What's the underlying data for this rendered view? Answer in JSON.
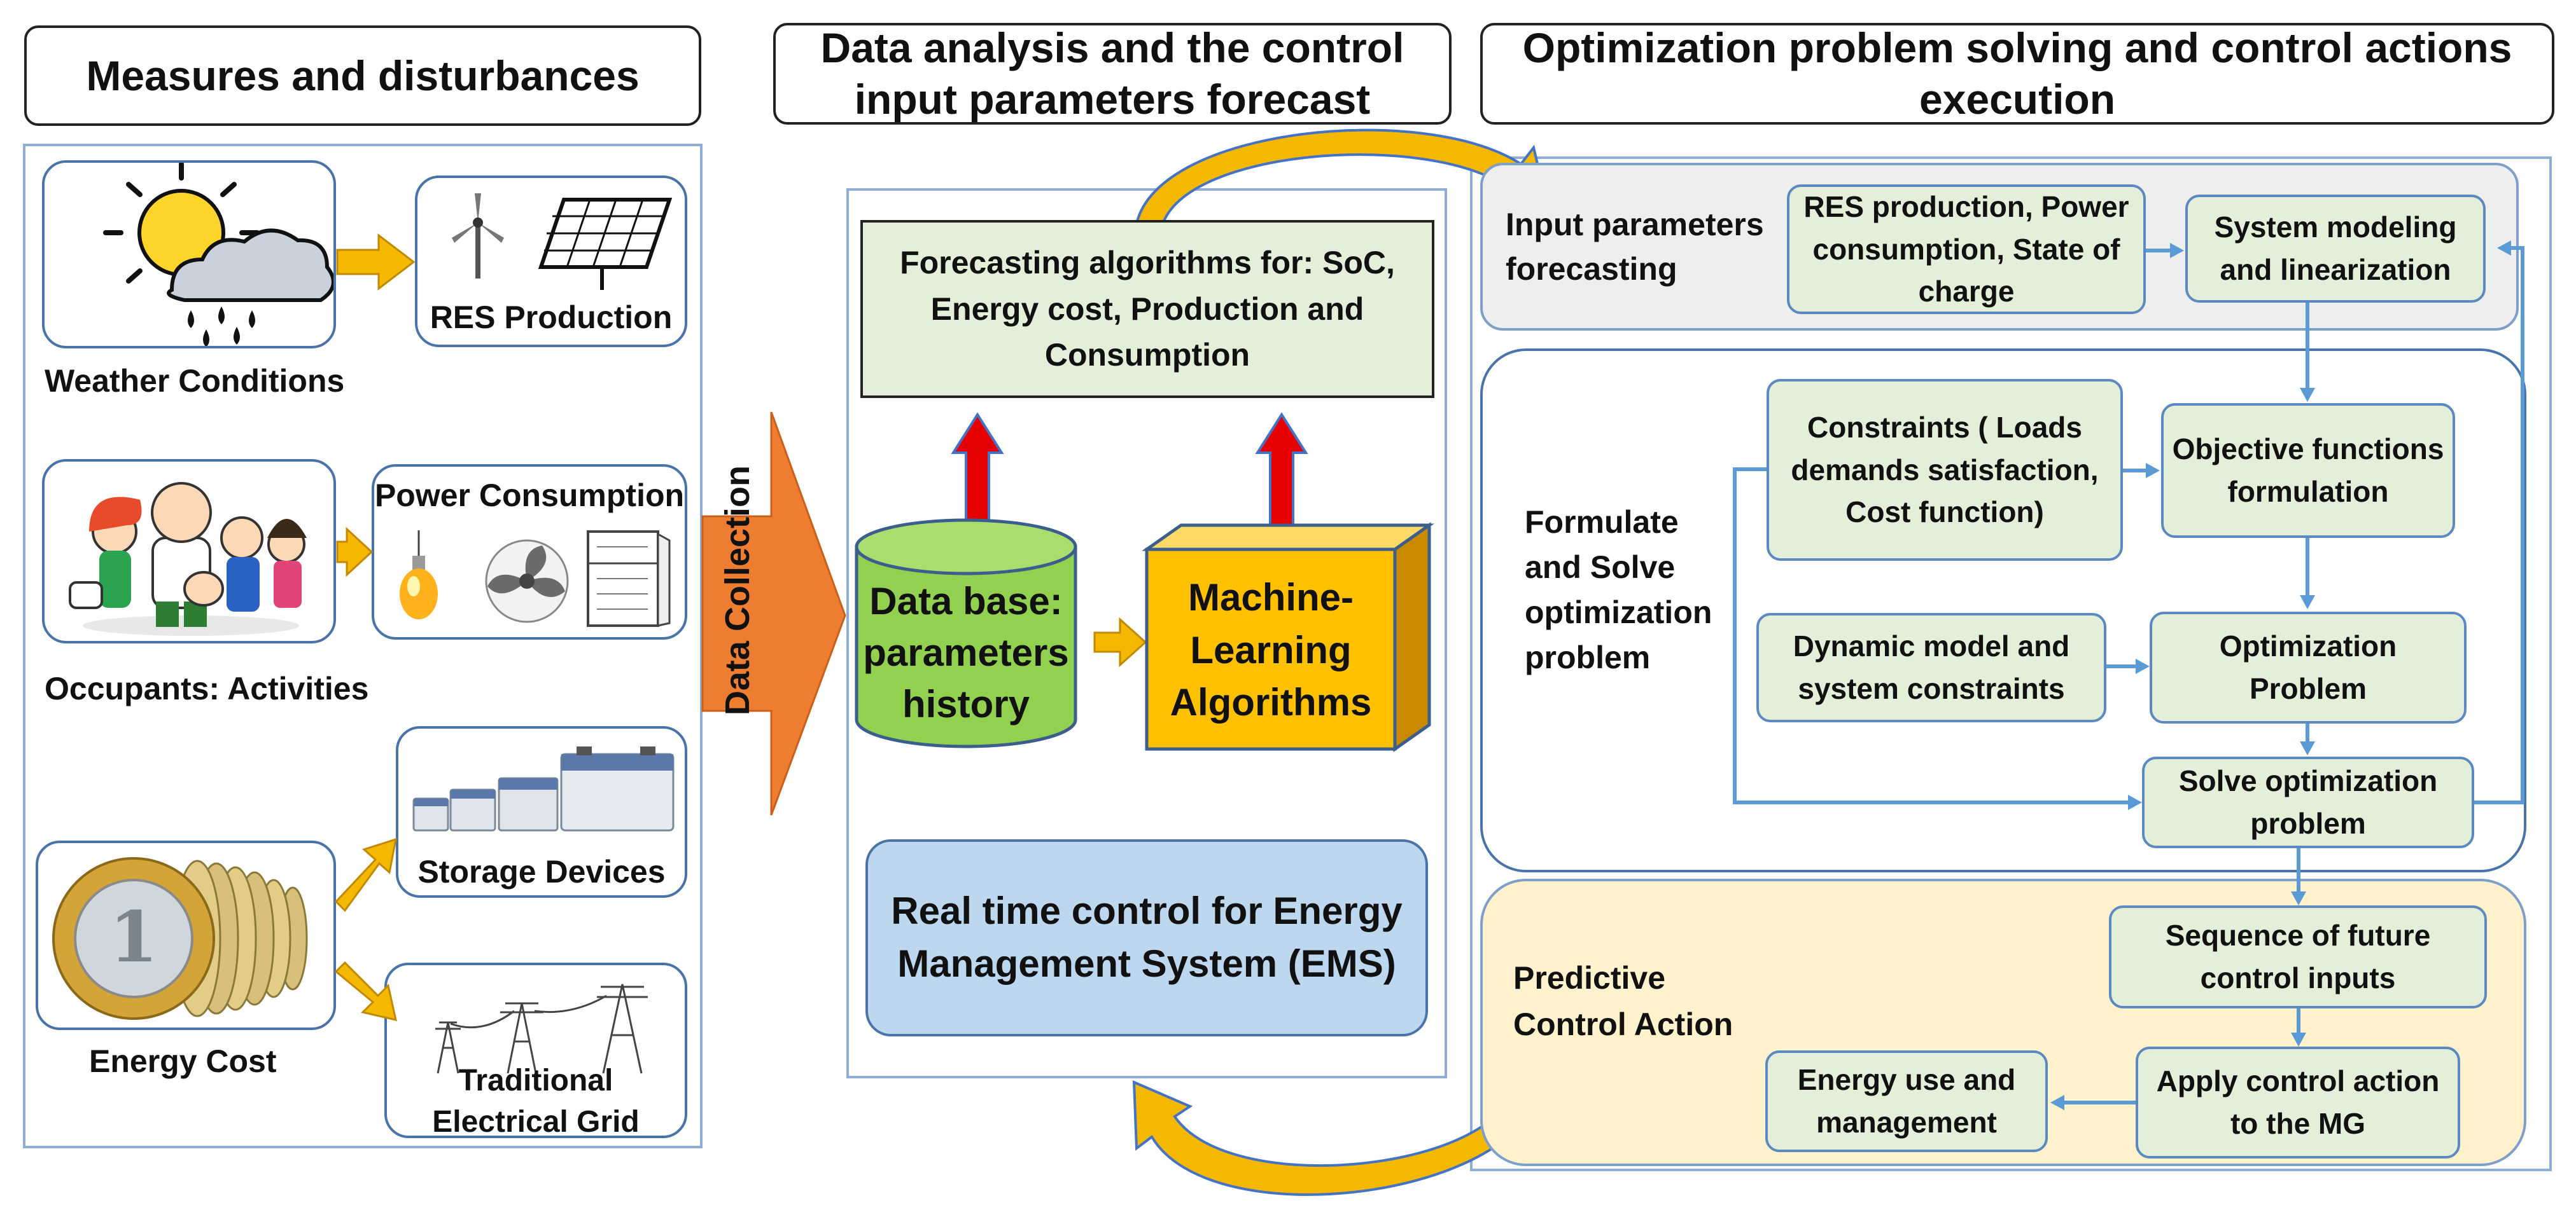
{
  "headers": {
    "measures": "Measures and disturbances",
    "data_analysis": "Data analysis and the control input parameters forecast",
    "optimization": "Optimization problem solving and control actions execution"
  },
  "left": {
    "weather": "Weather Conditions",
    "res_production": "RES Production",
    "power_consumption": "Power Consumption",
    "occupants": "Occupants: Activities",
    "storage": "Storage Devices",
    "energy_cost": "Energy Cost",
    "grid": "Traditional Electrical Grid"
  },
  "middle": {
    "data_collection": "Data Collection",
    "forecasting": "Forecasting algorithms for: SoC, Energy cost, Production and Consumption",
    "database": "Data base: parameters history",
    "ml": "Machine-Learning Algorithms",
    "realtime": "Real time control for Energy Management System (EMS)"
  },
  "right": {
    "input_forecasting": "Input parameters forecasting",
    "res_box": "RES production, Power consumption, State of charge",
    "system_modeling": "System modeling and linearization",
    "formulate": "Formulate and Solve optimization problem",
    "constraints": "Constraints ( Loads demands satisfaction, Cost function)",
    "objective": "Objective functions formulation",
    "dynamic_model": "Dynamic model and system constraints",
    "optimization_problem": "Optimization Problem",
    "solve": "Solve optimization problem",
    "predictive": "Predictive Control Action",
    "sequence": "Sequence of future control inputs",
    "apply": "Apply control action to the MG",
    "energy_use": "Energy use and management"
  },
  "colors": {
    "yellow_arrow": "#f5b800",
    "orange_arrow": "#ed7d31",
    "red_arrow": "#e60000",
    "green_cylinder": "#92d050",
    "gold_cube": "#ffc000",
    "light_green_box": "#e3efd9",
    "light_blue_box": "#bdd7ee",
    "light_gray_band": "#eeeeee",
    "light_yellow_band": "#fff2cc",
    "connector_blue": "#5b9bd5",
    "border_blue": "#4a74a8"
  },
  "icons": [
    "sun-cloud-rain-icon",
    "wind-turbine-icon",
    "solar-panel-icon",
    "family-icon",
    "light-bulb-icon",
    "fan-icon",
    "refrigerator-icon",
    "battery-icon",
    "euro-coins-icon",
    "pylon-icon"
  ]
}
